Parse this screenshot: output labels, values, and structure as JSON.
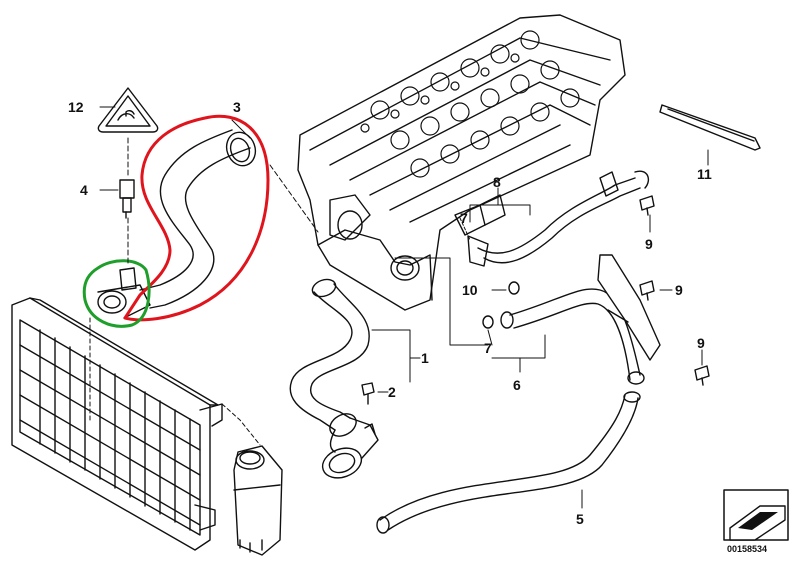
{
  "diagram": {
    "part_labels": [
      {
        "id": "p1",
        "text": "1"
      },
      {
        "id": "p2",
        "text": "2"
      },
      {
        "id": "p3",
        "text": "3"
      },
      {
        "id": "p4",
        "text": "4"
      },
      {
        "id": "p5",
        "text": "5"
      },
      {
        "id": "p6",
        "text": "6"
      },
      {
        "id": "p7a",
        "text": "7"
      },
      {
        "id": "p7b",
        "text": "7"
      },
      {
        "id": "p8",
        "text": "8"
      },
      {
        "id": "p9a",
        "text": "9"
      },
      {
        "id": "p9b",
        "text": "9"
      },
      {
        "id": "p9c",
        "text": "9"
      },
      {
        "id": "p10",
        "text": "10"
      },
      {
        "id": "p11",
        "text": "11"
      },
      {
        "id": "p12",
        "text": "12"
      }
    ],
    "diagram_code": "00158534",
    "highlight_colors": {
      "red": "#e0141c",
      "green": "#1e9e2a"
    }
  }
}
